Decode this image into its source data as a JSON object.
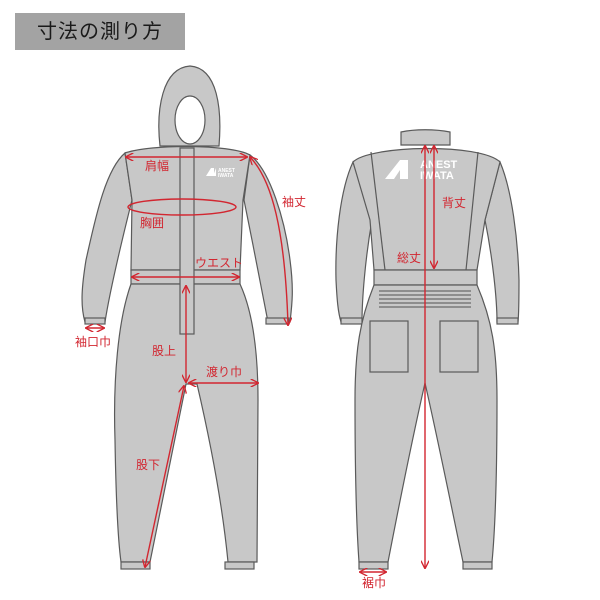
{
  "title": "寸法の測り方",
  "colors": {
    "garment_fill": "#c8c8c8",
    "garment_stroke": "#5a5a5a",
    "measure_red": "#d22630",
    "title_bg": "#a3a3a3"
  },
  "front_view": {
    "logo": {
      "line1": "ANEST",
      "line2": "IWATA"
    },
    "labels": {
      "shoulder_width": "肩幅",
      "chest": "胸囲",
      "waist": "ウエスト",
      "sleeve_length": "袖丈",
      "cuff_width": "袖口巾",
      "rise": "股上",
      "thigh_width": "渡り巾",
      "inseam": "股下"
    }
  },
  "back_view": {
    "logo": {
      "line1": "ANEST",
      "line2": "IWATA"
    },
    "labels": {
      "back_length": "背丈",
      "total_length": "総丈",
      "hem_width": "裾巾"
    }
  }
}
